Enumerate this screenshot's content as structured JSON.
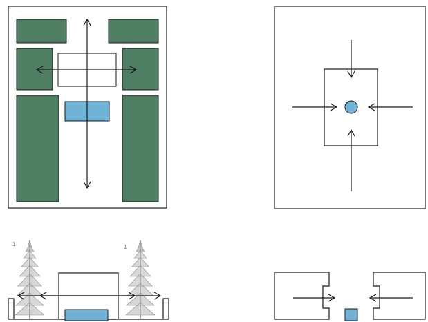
{
  "title": "",
  "colors": {
    "green": "#4f7f62",
    "blue": "#6fb3d6",
    "outline": "#1a1a1a",
    "background": "#ffffff",
    "tree": "#8a8a8a"
  },
  "panels": [
    {
      "id": "plan-open-central-axis",
      "kind": "plan",
      "labels": []
    },
    {
      "id": "plan-enclosed-center",
      "kind": "plan",
      "labels": []
    },
    {
      "id": "section-open-central-axis",
      "kind": "section",
      "labels": []
    },
    {
      "id": "section-enclosed-center",
      "kind": "section",
      "labels": []
    }
  ],
  "icons": {
    "tree": "conifer-tree-icon",
    "arrow": "arrow-icon"
  }
}
